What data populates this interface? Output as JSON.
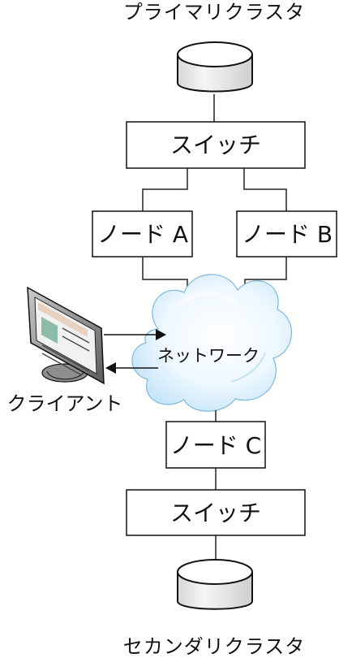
{
  "diagram": {
    "primary_cluster": {
      "label": "プライマリクラスタ"
    },
    "secondary_cluster": {
      "label": "セカンダリクラスタ"
    },
    "top_switch": {
      "label": "スイッチ"
    },
    "bottom_switch": {
      "label": "スイッチ"
    },
    "node_a": {
      "label": "ノード A"
    },
    "node_b": {
      "label": "ノード B"
    },
    "node_c": {
      "label": "ノード C"
    },
    "network": {
      "label": "ネットワーク"
    },
    "client": {
      "label": "クライアント"
    }
  }
}
